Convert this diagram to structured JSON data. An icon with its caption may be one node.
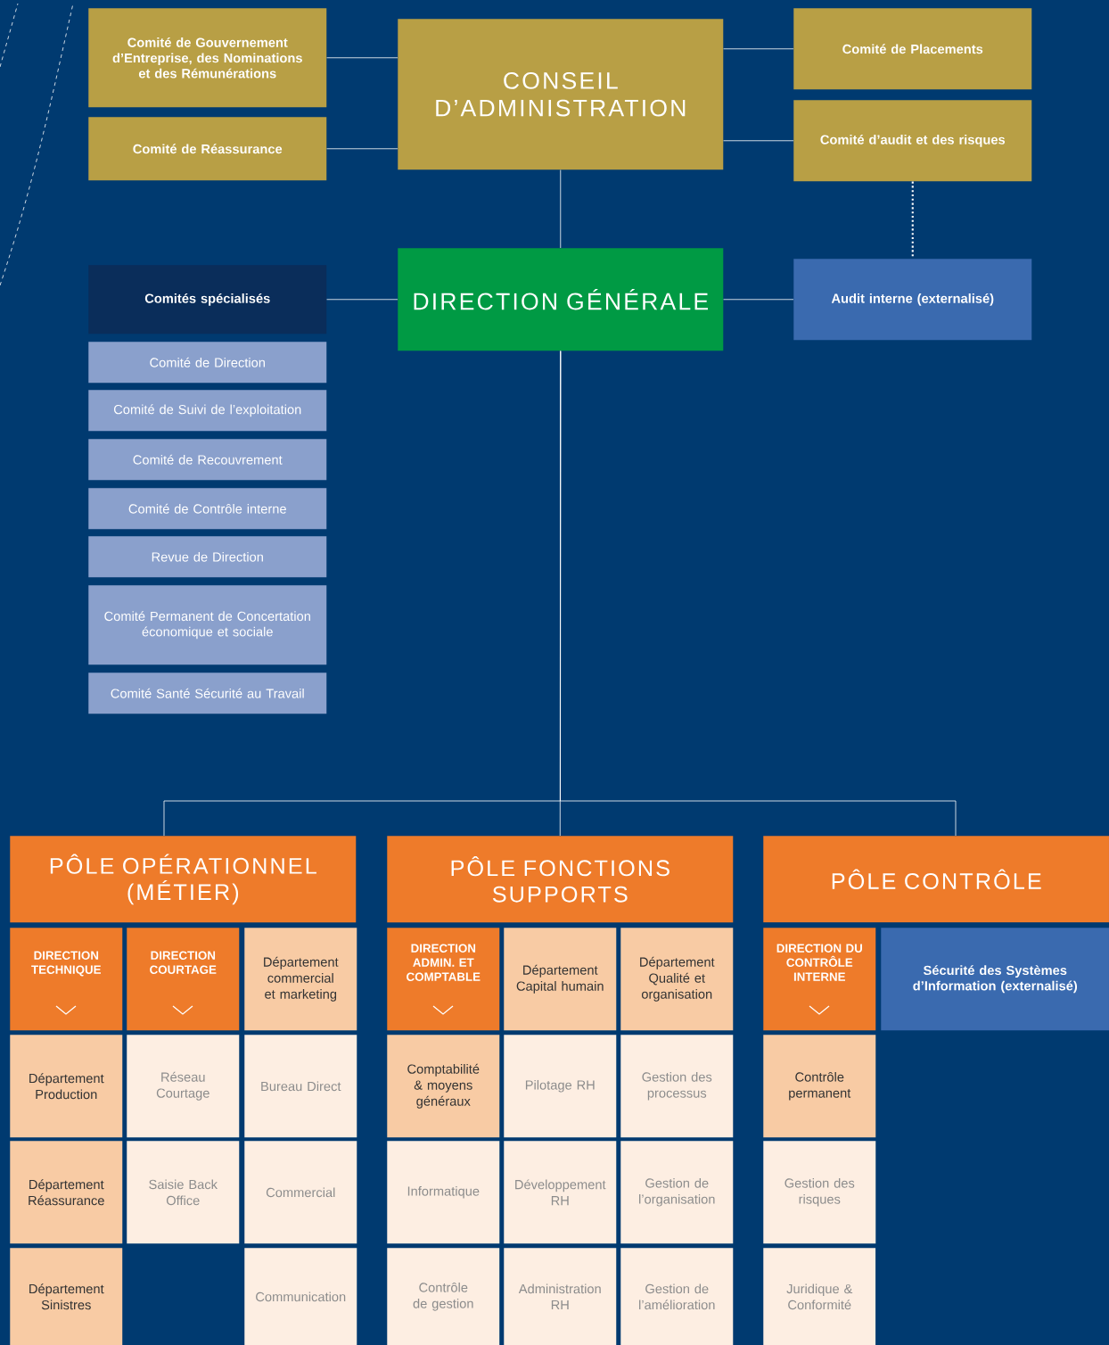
{
  "diagram": {
    "nodes": [
      {
        "text": [
          "Comité de Gouvernement d’Entreprise, des Nominations et des Rémunérations"
        ]
      },
      {
        "text": [
          "CONSEIL D’ADMINISTRATION"
        ]
      },
      {
        "text": [
          "Comité de Placements"
        ]
      },
      {
        "text": [
          "Comité de Réassurance"
        ]
      },
      {
        "text": [
          "Comité d’audit et des risques"
        ]
      },
      {
        "text": [
          "Comités spécialisés"
        ]
      },
      {
        "text": [
          "DIRECTION GÉNÉRALE"
        ]
      },
      {
        "text": [
          "Audit interne (externalisé)"
        ]
      },
      {
        "text": [
          "Comité de Direction"
        ]
      },
      {
        "text": [
          "Comité de Suivi de l’exploitation"
        ]
      },
      {
        "text": [
          "Comité de Recouvrement"
        ]
      },
      {
        "text": [
          "Comité de Contrôle interne"
        ]
      },
      {
        "text": [
          "Revue de Direction"
        ]
      },
      {
        "text": [
          "Comité Permanent de Concertation économique et sociale"
        ]
      },
      {
        "text": [
          "Comité Santé Sécurité au Travail"
        ]
      },
      {
        "text": [
          "PÔLE OPÉRATIONNEL (MÉTIER)"
        ]
      },
      {
        "text": [
          "PÔLE FONCTIONS SUPPORTS"
        ]
      },
      {
        "text": [
          "PÔLE CONTRÔLE"
        ]
      },
      {
        "text": [
          "DIRECTION TECHNIQUE"
        ]
      },
      {
        "text": [
          "DIRECTION COURTAGE"
        ]
      },
      {
        "text": [
          "Département commercial et marketing"
        ]
      },
      {
        "text": [
          "DIRECTION ADMIN. ET COMPTABLE"
        ]
      },
      {
        "text": [
          "Département Capital humain"
        ]
      },
      {
        "text": [
          "Département Qualité et organisation"
        ]
      },
      {
        "text": [
          "DIRECTION DU CONTRÔLE INTERNE"
        ]
      },
      {
        "text": [
          "Sécurité des Systèmes d’Information (externalisé)"
        ]
      },
      {
        "text": [
          "Département Production"
        ]
      },
      {
        "text": [
          "Réseau Courtage"
        ]
      },
      {
        "text": [
          "Bureau Direct"
        ]
      },
      {
        "text": [
          "Comptabilité & moyens généraux"
        ]
      },
      {
        "text": [
          "Pilotage RH"
        ]
      },
      {
        "text": [
          "Gestion des processus"
        ]
      },
      {
        "text": [
          "Contrôle permanent"
        ]
      },
      {
        "text": [
          "Département Réassurance"
        ]
      },
      {
        "text": [
          "Saisie Back Office"
        ]
      },
      {
        "text": [
          "Commercial"
        ]
      },
      {
        "text": [
          "Informatique"
        ]
      },
      {
        "text": [
          "Développement RH"
        ]
      },
      {
        "text": [
          "Gestion de l’organisation"
        ]
      },
      {
        "text": [
          "Gestion des risques"
        ]
      },
      {
        "text": [
          "Département Sinistres"
        ]
      },
      {
        "text": [
          "Communication"
        ]
      },
      {
        "text": [
          "Contrôle de gestion"
        ]
      },
      {
        "text": [
          "Administration RH"
        ]
      },
      {
        "text": [
          "Gestion de l’amélioration"
        ]
      },
      {
        "text": [
          "Juridique & Conformité"
        ]
      }
    ],
    "edges": [
      {
        "from": 1,
        "to": 0,
        "arrow": "none"
      },
      {
        "from": 1,
        "to": 3,
        "arrow": "none"
      },
      {
        "from": 1,
        "to": 2,
        "arrow": "none"
      },
      {
        "from": 1,
        "to": 4,
        "arrow": "none"
      },
      {
        "from": 1,
        "to": 6,
        "arrow": "none"
      },
      {
        "from": 4,
        "to": 7,
        "arrow": "none",
        "style": "dashed"
      },
      {
        "from": 6,
        "to": 5,
        "arrow": "none"
      },
      {
        "from": 6,
        "to": 7,
        "arrow": "none"
      },
      {
        "from": 6,
        "to": 15,
        "arrow": "none"
      },
      {
        "from": 6,
        "to": 16,
        "arrow": "none"
      },
      {
        "from": 6,
        "to": 17,
        "arrow": "none"
      }
    ]
  }
}
